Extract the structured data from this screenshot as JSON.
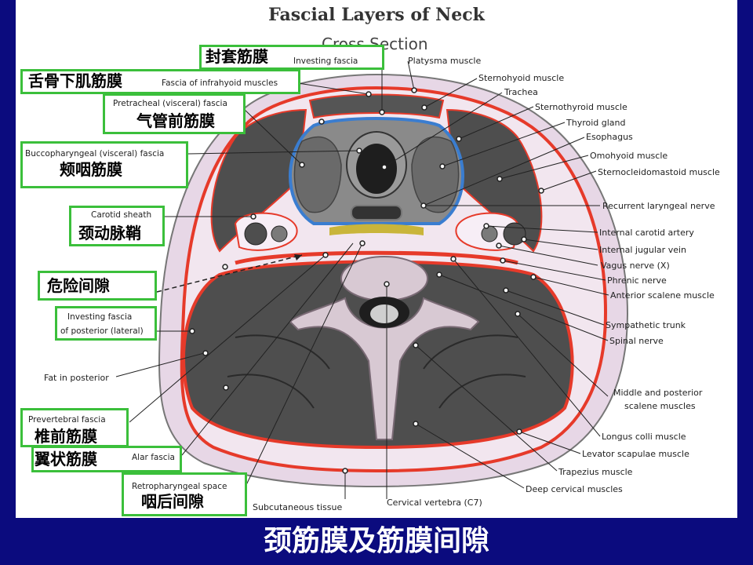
{
  "title": "Fascial Layers of Neck",
  "subtitle": "Cross Section",
  "bottom_title": "颈筋膜及筋膜间隙",
  "boxes": {
    "investing": {
      "zh": "封套筋膜",
      "en": "Investing  fascia"
    },
    "infrahyoid": {
      "zh": "舌骨下肌筋膜",
      "en": "Fascia of infrahyoid muscles"
    },
    "pretracheal": {
      "zh": "气管前筋膜",
      "en": "Pretracheal (visceral) fascia"
    },
    "buccopharyngeal": {
      "zh": "颊咽筋膜",
      "en": "Buccopharyngeal (visceral) fascia"
    },
    "carotid": {
      "zh": "颈动脉鞘",
      "en": "Carotid sheath"
    },
    "danger": {
      "zh": "危险间隙"
    },
    "posterior": {
      "en1": "Investing fascia",
      "en2": "of posterior (lateral)"
    },
    "prevertebral": {
      "zh": "椎前筋膜",
      "en": "Prevertebral  fascia"
    },
    "alar": {
      "zh": "翼状筋膜",
      "en": "Alar fascia"
    },
    "retropharyngeal": {
      "zh": "咽后间隙",
      "en": "Retropharyngeal space"
    }
  },
  "labels": {
    "platysma": "Platysma muscle",
    "sternohyoid": "Sternohyoid muscle",
    "trachea": "Trachea",
    "sternothyroid": "Sternothyroid muscle",
    "thyroid": "Thyroid gland",
    "esophagus": "Esophagus",
    "omohyoid": "Omohyoid muscle",
    "scm": "Sternocleidomastoid muscle",
    "recurrent": "Recurrent laryngeal nerve",
    "ica": "Internal carotid artery",
    "ijv": "Internal jugular vein",
    "vagus": "Vagus nerve (X)",
    "phrenic": "Phrenic nerve",
    "anterior_scalene": "Anterior scalene muscle",
    "sympathetic": "Sympathetic trunk",
    "spinal": "Spinal nerve",
    "middle_posterior": "Middle and posterior",
    "scalene_muscles": "scalene muscles",
    "longus": "Longus colli muscle",
    "levator": "Levator scapulae muscle",
    "trapezius": "Trapezius muscle",
    "deep_cervical": "Deep cervical muscles",
    "cervical_vertebra": "Cervical vertebra (C7)",
    "subcutaneous": "Subcutaneous tissue",
    "fat_posterior": "Fat in  posterior"
  },
  "colors": {
    "background": "#0b0b7e",
    "box_border": "#3bbf3b",
    "fascia_red": "#e63a2a",
    "muscle": "#4e4e4e",
    "skin": "#e7d7e6"
  }
}
